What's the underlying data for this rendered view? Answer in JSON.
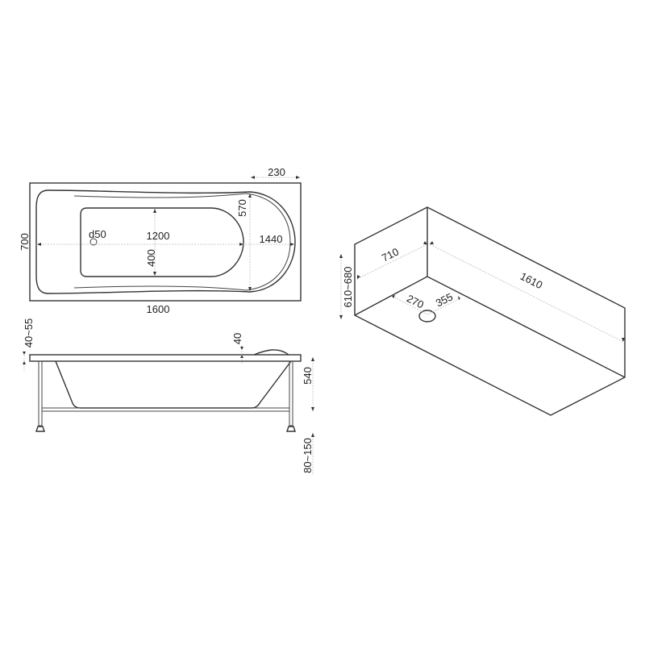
{
  "top_view": {
    "width_overall": "230",
    "length": "1600",
    "width": "700",
    "drain": "d50",
    "inner_length": "1200",
    "inner_width": "400",
    "headrest_width": "570",
    "bottom_length": "1440"
  },
  "side_view": {
    "rim_thickness": "40~55",
    "rim_height": "40",
    "depth": "540",
    "leg_height": "80~150"
  },
  "iso_view": {
    "width": "710",
    "height": "610~680",
    "length": "1610",
    "drain_x": "270",
    "drain_y": "355"
  }
}
